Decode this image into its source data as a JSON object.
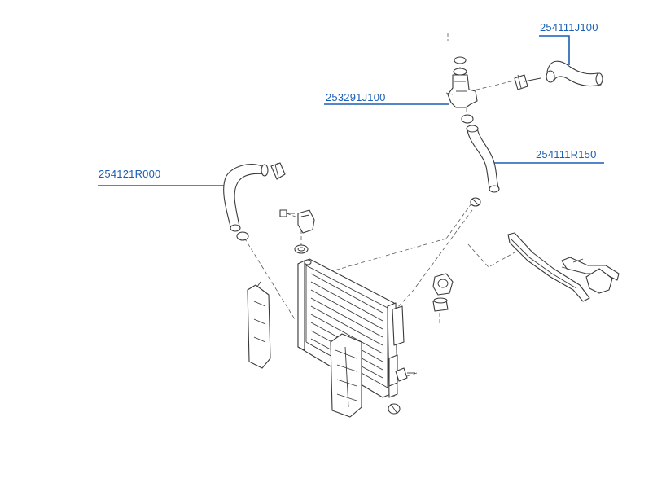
{
  "labels": {
    "hose_upper_right": "254111J100",
    "thermostat_housing": "253291J100",
    "hose_middle_right": "254111R150",
    "hose_left": "254121R000"
  },
  "colors": {
    "label": "#1a5fb4",
    "leader_line": "#1a5fb4",
    "line_art": "#3a3a3a",
    "background": "#ffffff"
  }
}
